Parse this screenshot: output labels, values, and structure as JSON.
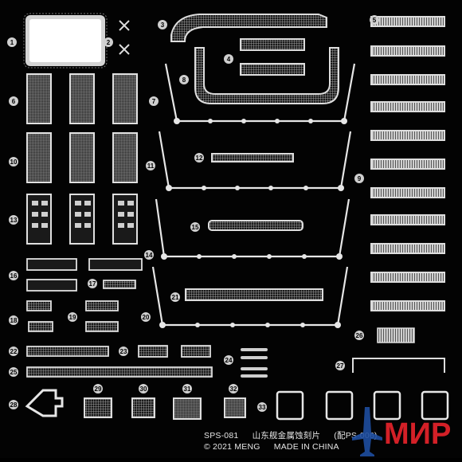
{
  "sheet": {
    "part_numbers": [
      "1",
      "2",
      "3",
      "4",
      "5",
      "6",
      "7",
      "8",
      "9",
      "10",
      "11",
      "12",
      "13",
      "14",
      "15",
      "16",
      "17",
      "18",
      "19",
      "20",
      "21",
      "22",
      "23",
      "24",
      "25",
      "26",
      "27",
      "28",
      "29",
      "30",
      "31",
      "32",
      "33"
    ],
    "footer": {
      "code": "SPS-081",
      "chinese_title": "山东舰金属蚀刻片",
      "compat": "(配PS-006)",
      "copyright": "© 2021 MENG",
      "origin": "MADE IN CHINA"
    },
    "watermark": {
      "text": "МИР",
      "color": "#d32027"
    },
    "colors": {
      "background": "#030303",
      "metal": "#d9d9d9",
      "metal_dark": "#8a8a8a"
    }
  }
}
